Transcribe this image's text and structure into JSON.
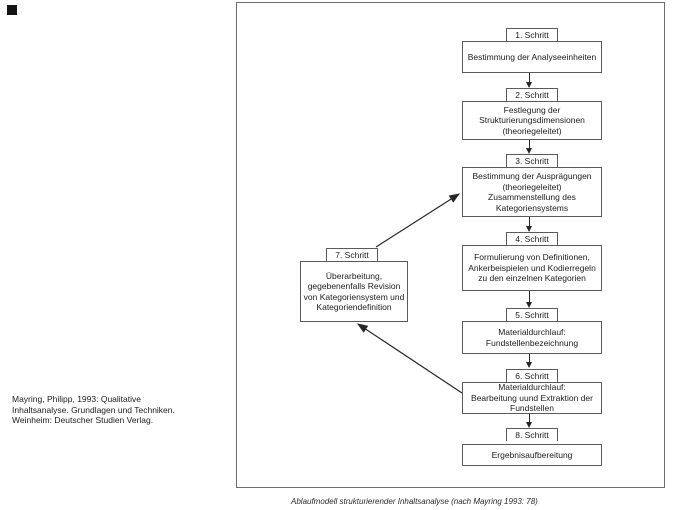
{
  "citation": {
    "lines": [
      "Mayring, Philipp, 1993: Qualitative",
      "Inhaltsanalyse. Grundlagen und Techniken.",
      "Weinheim: Deutscher Studien Verlag."
    ]
  },
  "caption": "Ablaufmodell strukturierender Inhaltsanalyse (nach Mayring 1993: 78)",
  "steps": [
    {
      "label": "1. Schritt",
      "lines": [
        "Bestimmung der Analyseeinheiten"
      ]
    },
    {
      "label": "2. Schritt",
      "lines": [
        "Festlegung der",
        "Strukturierungsdimensionen",
        "(theoriegeleitet)"
      ]
    },
    {
      "label": "3. Schritt",
      "lines": [
        "Bestimmung der Ausprägungen",
        "(theoriegeleitet)",
        "Zusammenstellung des",
        "Kategoriensystems"
      ]
    },
    {
      "label": "4. Schritt",
      "lines": [
        "Formulierung von Definitionen,",
        "Ankerbeispielen und Kodierregeln",
        "zu den einzelnen Kategorien"
      ]
    },
    {
      "label": "5. Schritt",
      "lines": [
        "Materialdurchlauf:",
        "Fundstellenbezeichnung"
      ]
    },
    {
      "label": "6. Schritt",
      "lines": [
        "Materialdurchlauf:",
        "Bearbeitung uund Extraktion der",
        "Fundstellen"
      ]
    },
    {
      "label": "7. Schritt",
      "lines": [
        "Überarbeitung,",
        "gegebenenfalls Revision",
        "von Kategoriensystem und",
        "Kategoriendefinition"
      ]
    },
    {
      "label": "8. Schritt",
      "lines": [
        "Ergebnisaufbereitung"
      ]
    }
  ],
  "connections": [
    {
      "from": "1",
      "to": "2"
    },
    {
      "from": "2",
      "to": "3"
    },
    {
      "from": "3",
      "to": "4"
    },
    {
      "from": "4",
      "to": "5"
    },
    {
      "from": "5",
      "to": "6"
    },
    {
      "from": "6",
      "to": "8"
    },
    {
      "from": "6",
      "to": "7"
    },
    {
      "from": "7",
      "to": "3"
    }
  ],
  "colors": {
    "box_border": "#5a5a5a",
    "frame_border": "#6e6e6e",
    "text": "#1c1c1c",
    "line": "#262626",
    "background": "#ffffff"
  }
}
